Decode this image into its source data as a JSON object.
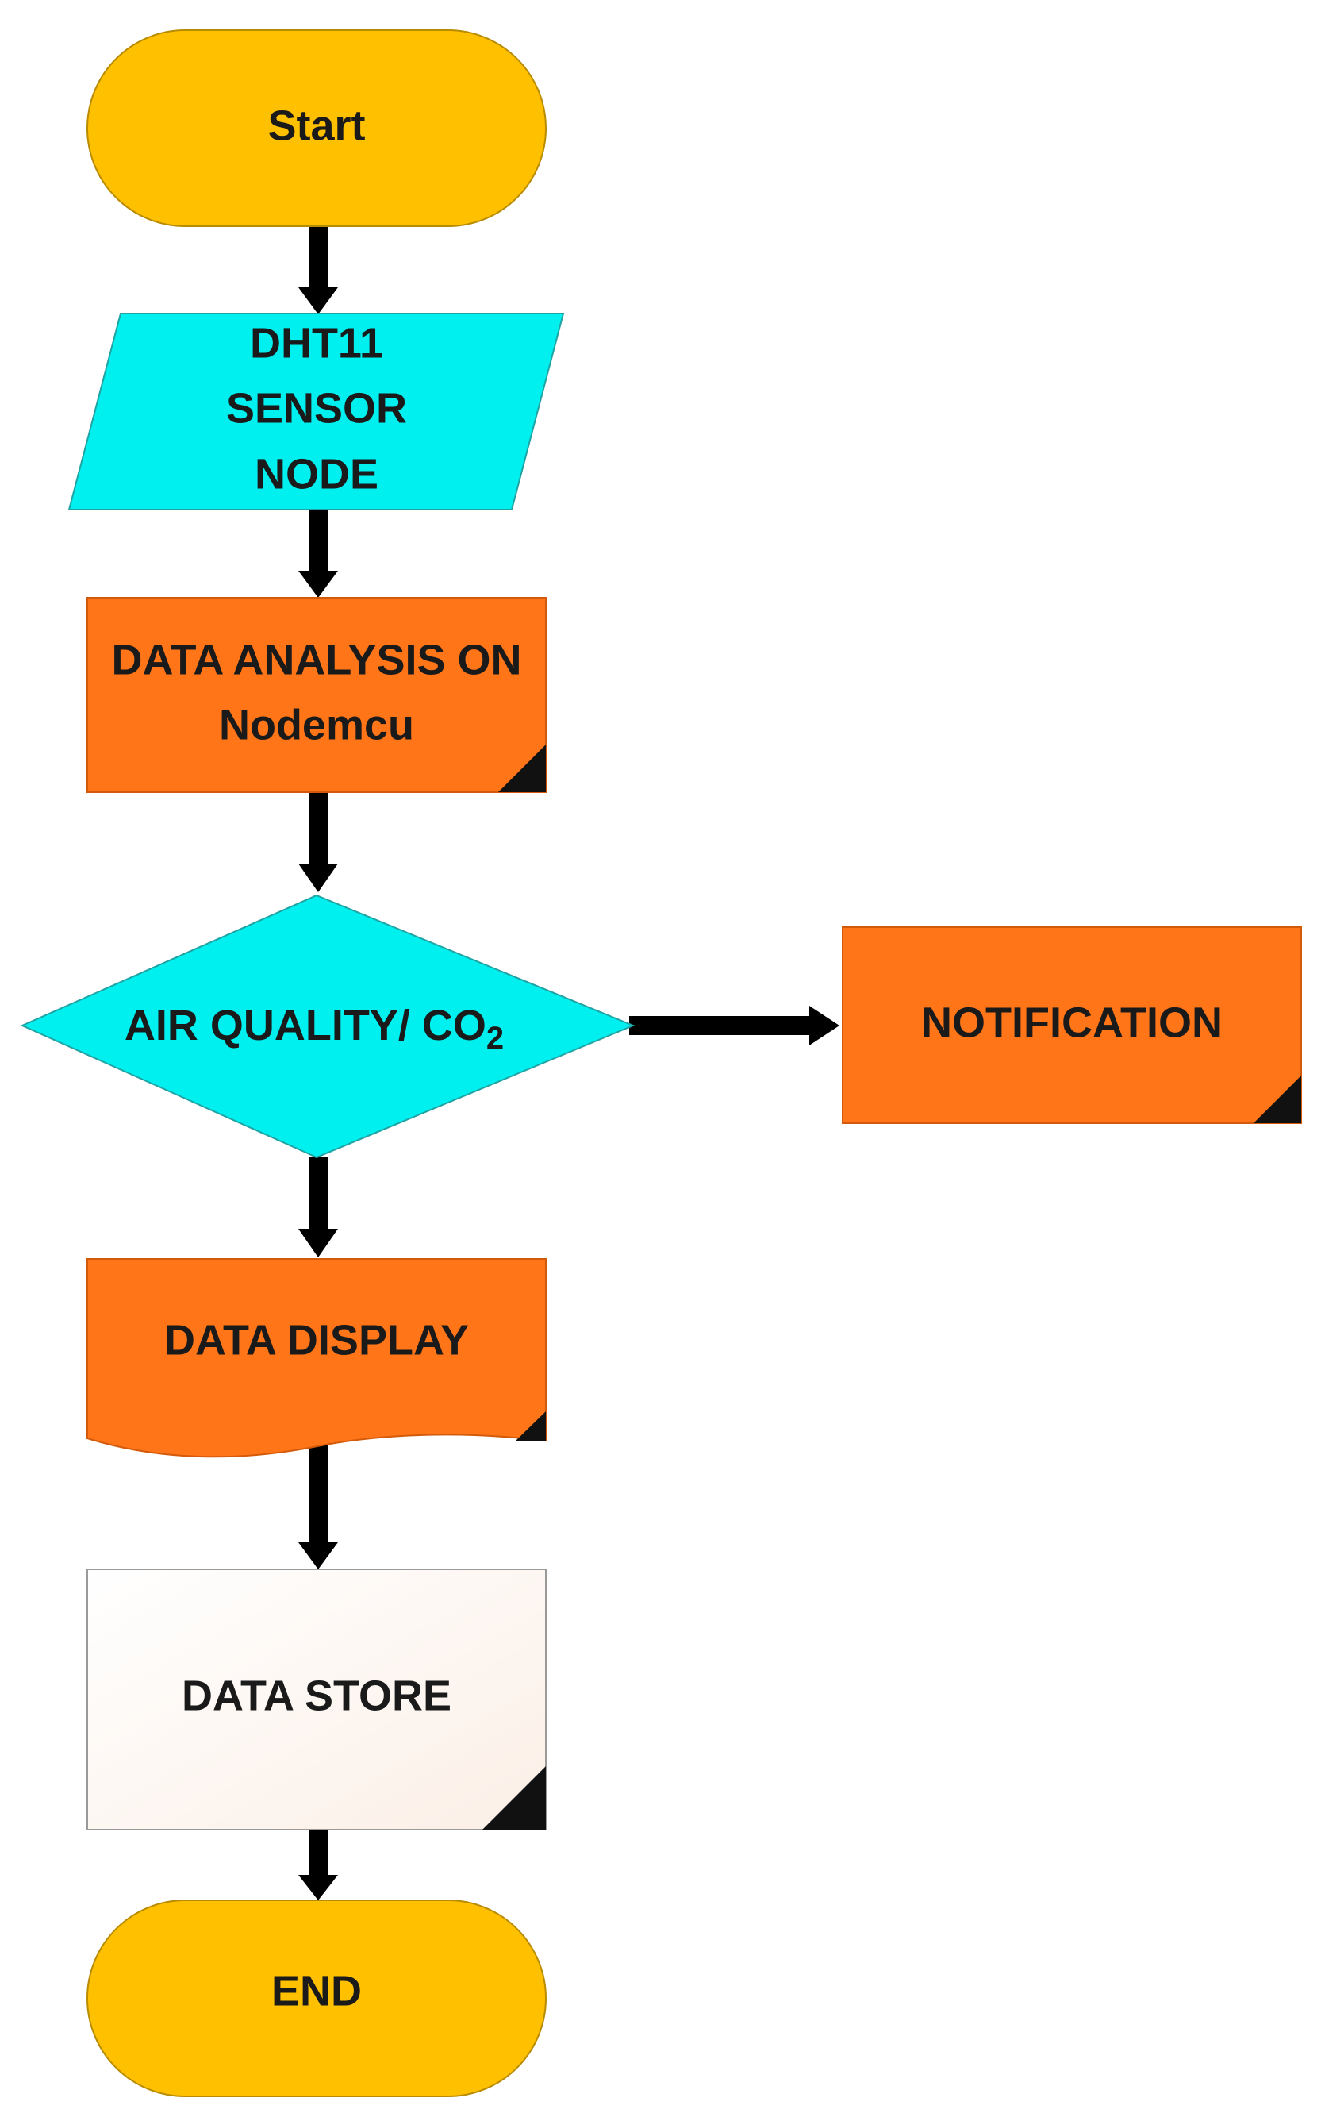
{
  "colors": {
    "terminal": "#FFC000",
    "io": "#00F0F0",
    "process": "#FF7518",
    "store": "#FDF8F4",
    "arrow": "#000000",
    "text": "#1A1A1A"
  },
  "nodes": {
    "start": {
      "label": "Start"
    },
    "sensor": {
      "line1": "DHT11",
      "line2": "SENSOR",
      "line3": "NODE"
    },
    "analysis": {
      "line1": "DATA ANALYSIS ON",
      "line2": "Nodemcu"
    },
    "decision": {
      "label": "AIR QUALITY/ CO",
      "subscript": "2"
    },
    "notification": {
      "label": "NOTIFICATION"
    },
    "display": {
      "label": "DATA DISPLAY"
    },
    "store": {
      "label": "DATA STORE"
    },
    "end": {
      "label": "END"
    }
  }
}
